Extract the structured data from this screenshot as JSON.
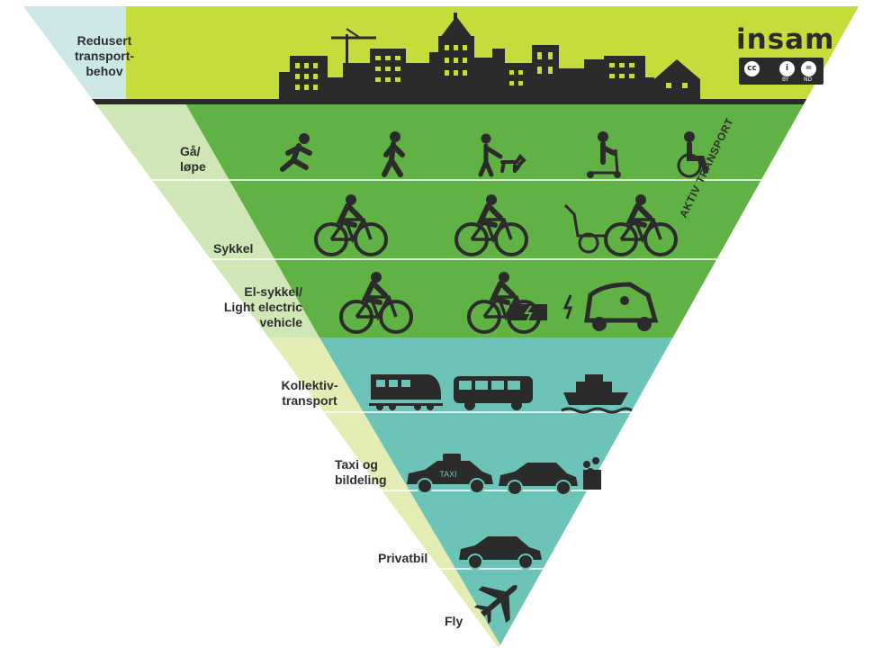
{
  "levels": {
    "reduced": "Redusert\ntransport-\nbehov",
    "walk": "Gå/\nløpe",
    "bike": "Sykkel",
    "ebike": "El-sykkel/\nLight electric\nvehicle",
    "transit": "Kollektiv-\ntransport",
    "taxi": "Taxi og\nbildeling",
    "car": "Privatbil",
    "fly": "Fly"
  },
  "active_transport_label": "AKTIV TRANSPORT",
  "logo": {
    "wordmark": "insam",
    "license_badge": {
      "cc": "cc",
      "by": "BY",
      "nd": "ND"
    }
  },
  "taxi_sign": "TAXI",
  "colors": {
    "city_band": "#c6dc3a",
    "reduced_pale": "#cde6e6",
    "active_green": "#5fb243",
    "active_pale": "#cfe6b6",
    "transit_teal": "#6cc4b8",
    "transit_pale": "#e3ecb3",
    "icon_dark": "#2b2b2b"
  },
  "icons": [
    "city-skyline-icon",
    "runner-icon",
    "walker-icon",
    "dog-walker-icon",
    "kick-scooter-icon",
    "wheelchair-icon",
    "city-bike-icon",
    "sport-bike-icon",
    "bike-trailer-icon",
    "e-bike-icon",
    "cargo-bike-icon",
    "light-electric-vehicle-icon",
    "train-icon",
    "bus-icon",
    "ferry-icon",
    "taxi-icon",
    "shared-car-icon",
    "private-car-icon",
    "airplane-icon"
  ]
}
